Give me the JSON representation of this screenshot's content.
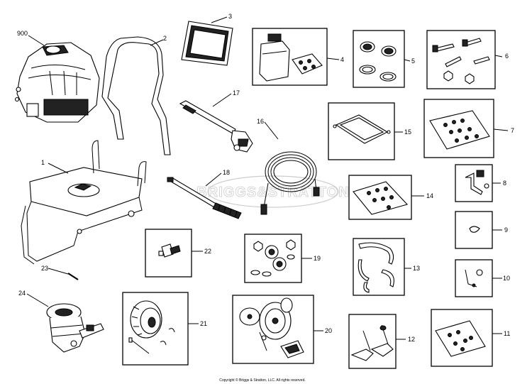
{
  "diagram": {
    "watermark": "BRIGGS&STRATTON",
    "copyright": "Copyright © Briggs & Stratton, LLC. All rights reserved.",
    "callouts": [
      {
        "id": "900",
        "label": "900"
      },
      {
        "id": "1",
        "label": "1"
      },
      {
        "id": "2",
        "label": "2"
      },
      {
        "id": "3",
        "label": "3"
      },
      {
        "id": "4",
        "label": "4"
      },
      {
        "id": "5",
        "label": "5"
      },
      {
        "id": "6",
        "label": "6"
      },
      {
        "id": "7",
        "label": "7"
      },
      {
        "id": "8",
        "label": "8"
      },
      {
        "id": "9",
        "label": "9"
      },
      {
        "id": "10",
        "label": "10"
      },
      {
        "id": "11",
        "label": "11"
      },
      {
        "id": "12",
        "label": "12"
      },
      {
        "id": "13",
        "label": "13"
      },
      {
        "id": "14",
        "label": "14"
      },
      {
        "id": "15",
        "label": "15"
      },
      {
        "id": "16",
        "label": "16"
      },
      {
        "id": "17",
        "label": "17"
      },
      {
        "id": "18",
        "label": "18"
      },
      {
        "id": "19",
        "label": "19"
      },
      {
        "id": "20",
        "label": "20"
      },
      {
        "id": "21",
        "label": "21"
      },
      {
        "id": "22",
        "label": "22"
      },
      {
        "id": "23",
        "label": "23"
      },
      {
        "id": "24",
        "label": "24"
      }
    ]
  }
}
